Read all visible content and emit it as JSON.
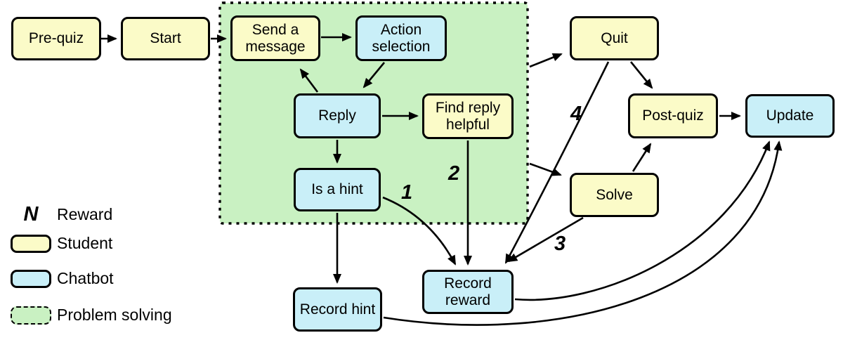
{
  "diagram": {
    "nodes": {
      "pre_quiz": {
        "label": "Pre-quiz",
        "type": "student"
      },
      "start": {
        "label": "Start",
        "type": "student"
      },
      "send_message": {
        "label": "Send a message",
        "type": "student"
      },
      "action_selection": {
        "label": "Action selection",
        "type": "chatbot"
      },
      "reply": {
        "label": "Reply",
        "type": "chatbot"
      },
      "find_reply_helpful": {
        "label": "Find reply helpful",
        "type": "student"
      },
      "is_a_hint": {
        "label": "Is a hint",
        "type": "chatbot"
      },
      "quit": {
        "label": "Quit",
        "type": "student"
      },
      "post_quiz": {
        "label": "Post-quiz",
        "type": "student"
      },
      "update": {
        "label": "Update",
        "type": "chatbot"
      },
      "solve": {
        "label": "Solve",
        "type": "student"
      },
      "record_reward": {
        "label": "Record reward",
        "type": "chatbot"
      },
      "record_hint": {
        "label": "Record hint",
        "type": "chatbot"
      }
    },
    "edge_labels": {
      "r1": "1",
      "r2": "2",
      "r3": "3",
      "r4": "4"
    },
    "edges": [
      {
        "from": "Pre-quiz",
        "to": "Start"
      },
      {
        "from": "Start",
        "to": "Send a message"
      },
      {
        "from": "Send a message",
        "to": "Action selection"
      },
      {
        "from": "Action selection",
        "to": "Reply"
      },
      {
        "from": "Reply",
        "to": "Send a message"
      },
      {
        "from": "Reply",
        "to": "Find reply helpful"
      },
      {
        "from": "Reply",
        "to": "Is a hint"
      },
      {
        "from": "Is a hint",
        "to": "Record hint"
      },
      {
        "from": "Is a hint",
        "to": "Record reward",
        "reward": "1"
      },
      {
        "from": "Find reply helpful",
        "to": "Record reward",
        "reward": "2"
      },
      {
        "from": "Problem solving region",
        "to": "Quit"
      },
      {
        "from": "Problem solving region",
        "to": "Solve"
      },
      {
        "from": "Quit",
        "to": "Post-quiz"
      },
      {
        "from": "Quit",
        "to": "Record reward",
        "reward": "4"
      },
      {
        "from": "Solve",
        "to": "Post-quiz"
      },
      {
        "from": "Solve",
        "to": "Record reward",
        "reward": "3"
      },
      {
        "from": "Post-quiz",
        "to": "Update"
      },
      {
        "from": "Record reward",
        "to": "Update"
      },
      {
        "from": "Record hint",
        "to": "Update"
      }
    ]
  },
  "legend": {
    "reward_symbol": "N",
    "reward_label": "Reward",
    "student_label": "Student",
    "chatbot_label": "Chatbot",
    "problem_solving_label": "Problem solving"
  },
  "colors": {
    "student_fill": "#FBFBC8",
    "chatbot_fill": "#C9EFF8",
    "problem_fill": "#C9F1C2",
    "line": "#000000"
  }
}
